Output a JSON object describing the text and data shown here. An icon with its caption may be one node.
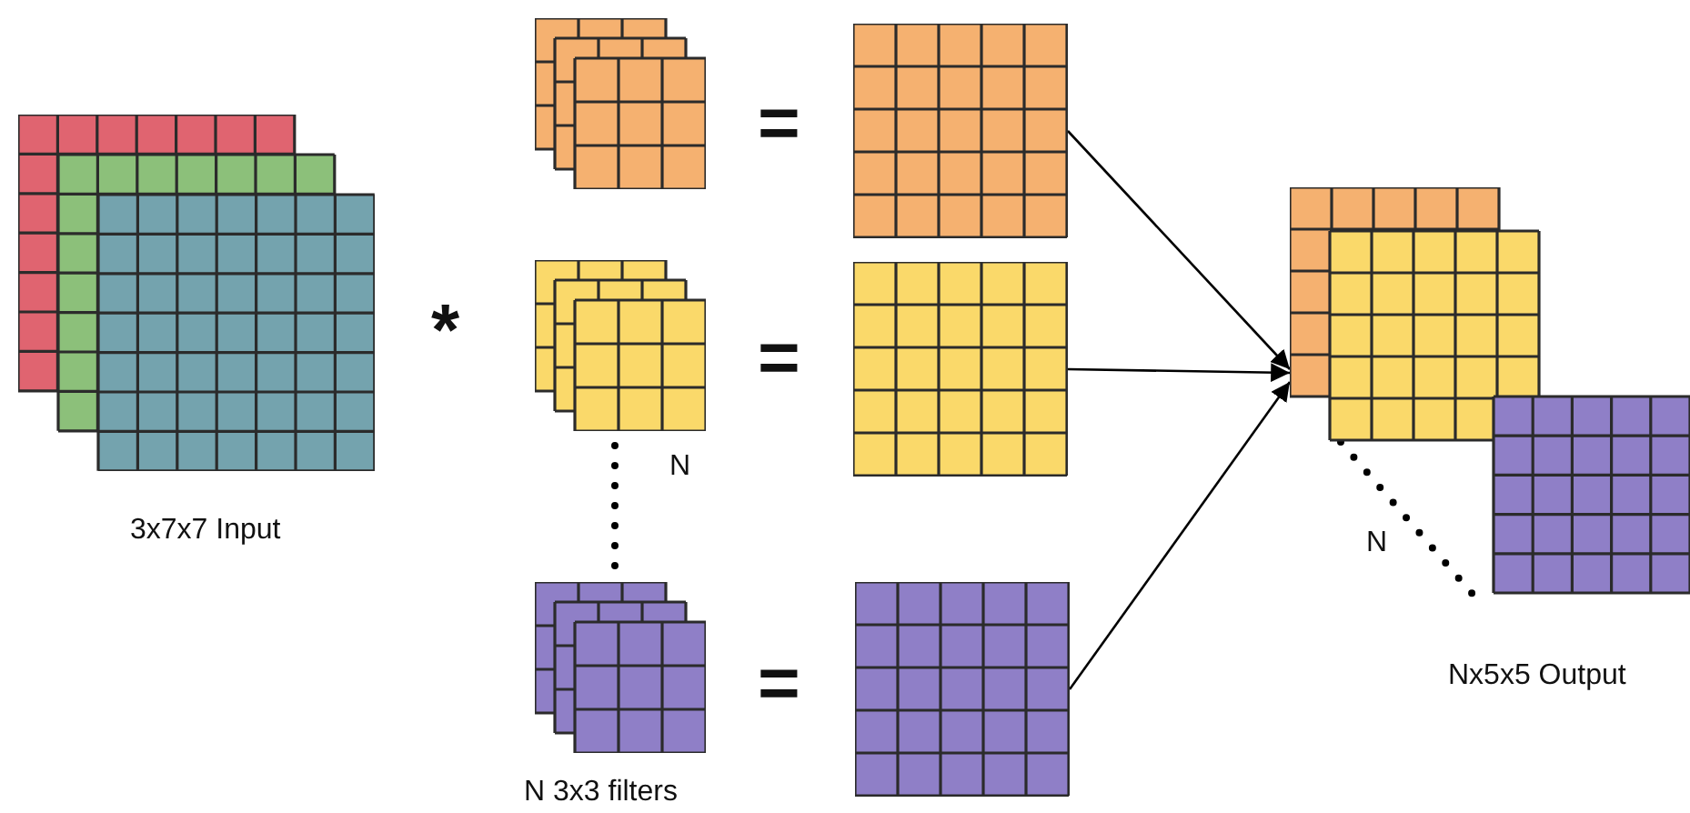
{
  "diagram": {
    "nodes": [
      {
        "text": [],
        "shape": "grid",
        "beside": [
          "3x7x7 Input"
        ]
      },
      {
        "text": [],
        "shape": "grid"
      },
      {
        "text": [],
        "shape": "grid"
      },
      {
        "text": [],
        "shape": "grid"
      },
      {
        "text": [],
        "shape": "grid"
      },
      {
        "text": [],
        "shape": "grid"
      },
      {
        "text": [],
        "shape": "grid"
      },
      {
        "text": [],
        "shape": "grid",
        "beside": [
          "Nx5x5 Output"
        ]
      }
    ],
    "edges": [
      {
        "from": 4,
        "to": 7,
        "arrow": "to"
      },
      {
        "from": 5,
        "to": 7,
        "arrow": "to"
      },
      {
        "from": 6,
        "to": 7,
        "arrow": "to"
      }
    ],
    "labels": [
      "=",
      "*",
      "=",
      "N",
      "N",
      "=",
      "N 3x3 filters"
    ]
  }
}
